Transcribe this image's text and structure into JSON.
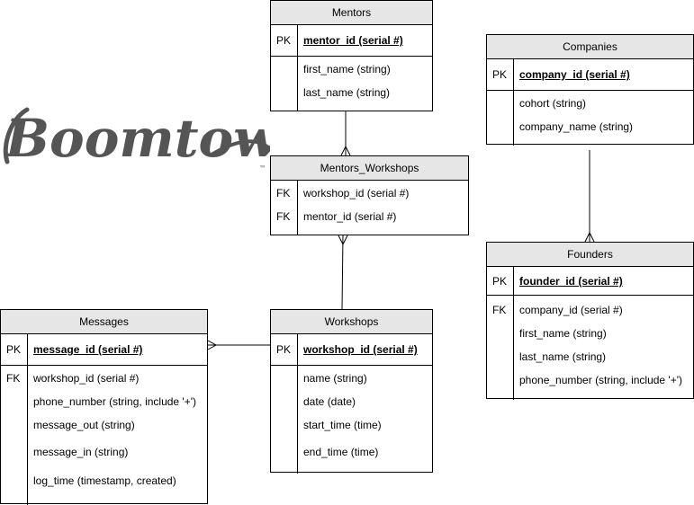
{
  "logo": {
    "text": "Boomtown",
    "mark": "™"
  },
  "entities": {
    "mentors": {
      "title": "Mentors",
      "pk": {
        "key": "PK",
        "field": "mentor_id (serial #)"
      },
      "fields": [
        {
          "key": "",
          "field": "first_name (string)"
        },
        {
          "key": "",
          "field": "last_name (string)"
        }
      ]
    },
    "companies": {
      "title": "Companies",
      "pk": {
        "key": "PK",
        "field": "company_id (serial #)"
      },
      "fields": [
        {
          "key": "",
          "field": "cohort (string)"
        },
        {
          "key": "",
          "field": "company_name (string)"
        }
      ]
    },
    "mentors_workshops": {
      "title": "Mentors_Workshops",
      "fields": [
        {
          "key": "FK",
          "field": "workshop_id (serial #)"
        },
        {
          "key": "FK",
          "field": "mentor_id (serial #)"
        }
      ]
    },
    "founders": {
      "title": "Founders",
      "pk": {
        "key": "PK",
        "field": "founder_id (serial #)"
      },
      "fields": [
        {
          "key": "FK",
          "field": "company_id (serial #)"
        },
        {
          "key": "",
          "field": "first_name (string)"
        },
        {
          "key": "",
          "field": "last_name (string)"
        },
        {
          "key": "",
          "field": "phone_number (string, include '+')"
        }
      ]
    },
    "messages": {
      "title": "Messages",
      "pk": {
        "key": "PK",
        "field": "message_id (serial #)"
      },
      "fields": [
        {
          "key": "FK",
          "field": "workshop_id (serial #)"
        },
        {
          "key": "",
          "field": "phone_number (string, include '+')"
        },
        {
          "key": "",
          "field": "message_out (string)"
        },
        {
          "key": "",
          "field": "message_in (string)"
        },
        {
          "key": "",
          "field": "log_time (timestamp, created)"
        }
      ]
    },
    "workshops": {
      "title": "Workshops",
      "pk": {
        "key": "PK",
        "field": "workshop_id (serial #)"
      },
      "fields": [
        {
          "key": "",
          "field": "name (string)"
        },
        {
          "key": "",
          "field": "date (date)"
        },
        {
          "key": "",
          "field": "start_time (time)"
        },
        {
          "key": "",
          "field": "end_time (time)"
        }
      ]
    }
  },
  "colors": {
    "header_bg": "#e6e6e6",
    "logo": "#555555",
    "border": "#000000"
  }
}
